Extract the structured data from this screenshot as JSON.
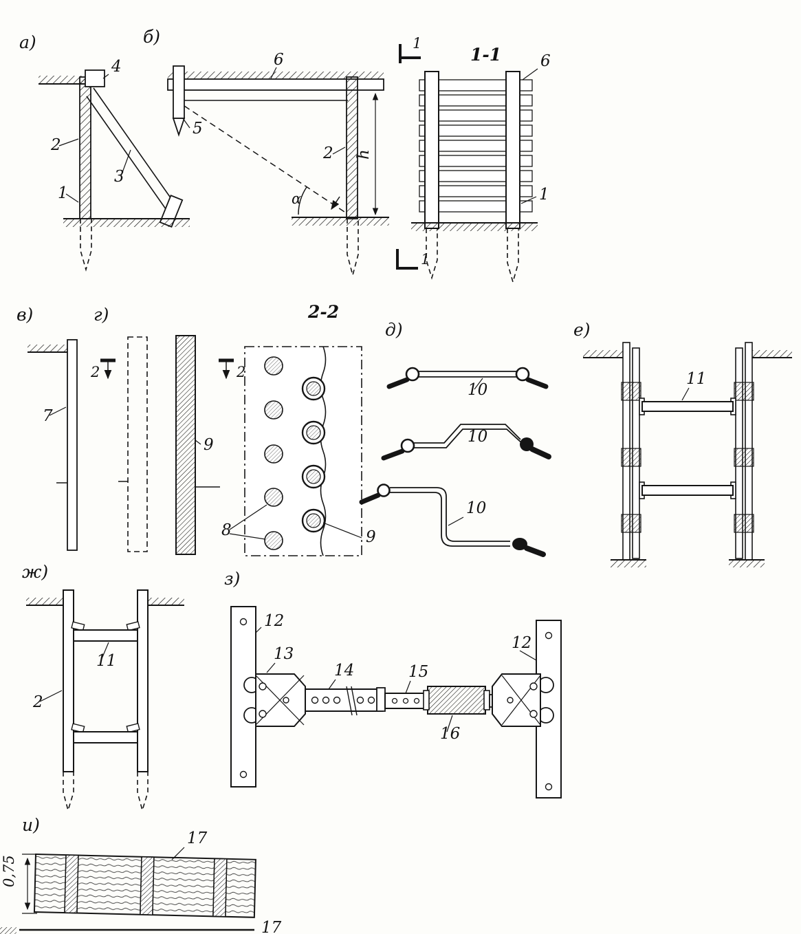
{
  "page": {
    "background": "#fdfdfa",
    "ink": "#121212"
  },
  "labels": {
    "a": {
      "panel": "а)",
      "n4": "4",
      "n2": "2",
      "n1": "1",
      "n3": "3"
    },
    "b": {
      "panel": "б)",
      "n6": "6",
      "n5": "5",
      "n2": "2",
      "alpha": "α",
      "h": "h"
    },
    "s1": {
      "title": "1-1",
      "mark_top": "1",
      "mark_bottom": "1",
      "n6": "6",
      "n1": "1"
    },
    "v": {
      "panel": "в)",
      "n7": "7"
    },
    "g": {
      "panel": "г)",
      "mark_left": "2",
      "mark_right": "2",
      "n9": "9"
    },
    "s2": {
      "title": "2-2",
      "n8": "8",
      "n9": "9"
    },
    "d": {
      "panel": "д)",
      "n10_top": "10",
      "n10_mid": "10",
      "n10_bot": "10"
    },
    "e": {
      "panel": "е)",
      "n11": "11"
    },
    "zh": {
      "panel": "ж)",
      "n11": "11",
      "n2": "2"
    },
    "z": {
      "panel": "з)",
      "n12_left": "12",
      "n12_right": "12",
      "n13": "13",
      "n14": "14",
      "n15": "15",
      "n16": "16"
    },
    "i": {
      "panel": "и)",
      "n17": "17",
      "dim": "0,75",
      "n17_bottom": "17"
    }
  }
}
